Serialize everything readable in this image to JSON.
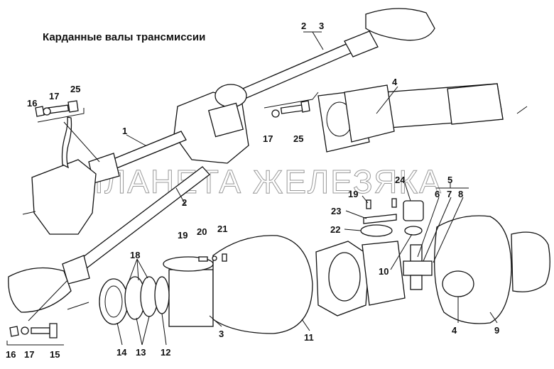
{
  "title": "Карданные валы трансмиссии",
  "watermark": "ПЛАНЕТА ЖЕЛЕЗЯКА",
  "callouts": {
    "top_2": "2",
    "top_3": "3",
    "left_25": "25",
    "left_17": "17",
    "left_16": "16",
    "shaft_1": "1",
    "top_4": "4",
    "mid_17": "17",
    "mid_25": "25",
    "shaft_2": "2",
    "grp_5": "5",
    "grp_6": "6",
    "grp_7": "7",
    "grp_8": "8",
    "cap_24": "24",
    "bolt_19": "19",
    "plate_23": "23",
    "gasket_22": "22",
    "low_19": "19",
    "low_20": "20",
    "low_21": "21",
    "rings_18": "18",
    "seal_10": "10",
    "bot_4": "4",
    "boot_9": "9",
    "boot_11": "11",
    "bot_3": "3",
    "nut_14": "14",
    "rings_13": "13",
    "bearing_12": "12",
    "bot_16": "16",
    "bot_17": "17",
    "bot_15": "15"
  }
}
